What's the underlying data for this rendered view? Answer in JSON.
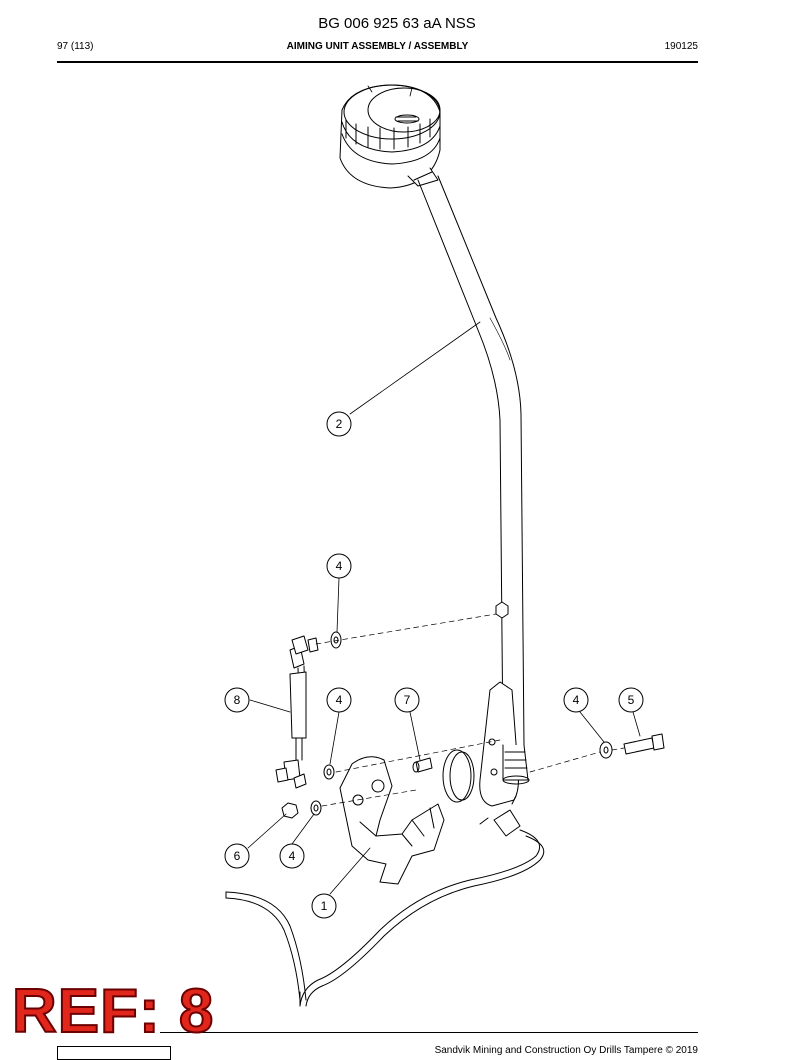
{
  "header": {
    "document_number": "BG 006 925 63 aA NSS",
    "page_indicator": "97 (113)",
    "section_title": "AIMING UNIT ASSEMBLY / ASSEMBLY",
    "date_code": "190125"
  },
  "callouts": [
    {
      "id": "callout-2",
      "label": "2"
    },
    {
      "id": "callout-4-top",
      "label": "4"
    },
    {
      "id": "callout-8",
      "label": "8"
    },
    {
      "id": "callout-4-mid",
      "label": "4"
    },
    {
      "id": "callout-7",
      "label": "7"
    },
    {
      "id": "callout-4-right",
      "label": "4"
    },
    {
      "id": "callout-5",
      "label": "5"
    },
    {
      "id": "callout-6",
      "label": "6"
    },
    {
      "id": "callout-4-bottom",
      "label": "4"
    },
    {
      "id": "callout-1",
      "label": "1"
    }
  ],
  "stamp": {
    "text": "REF: 8",
    "color": "#e1261c"
  },
  "footer": {
    "copyright": "Sandvik Mining and Construction Oy Drills Tampere © 2019"
  },
  "icons": {
    "logo": "sandvik-logo-icon"
  }
}
